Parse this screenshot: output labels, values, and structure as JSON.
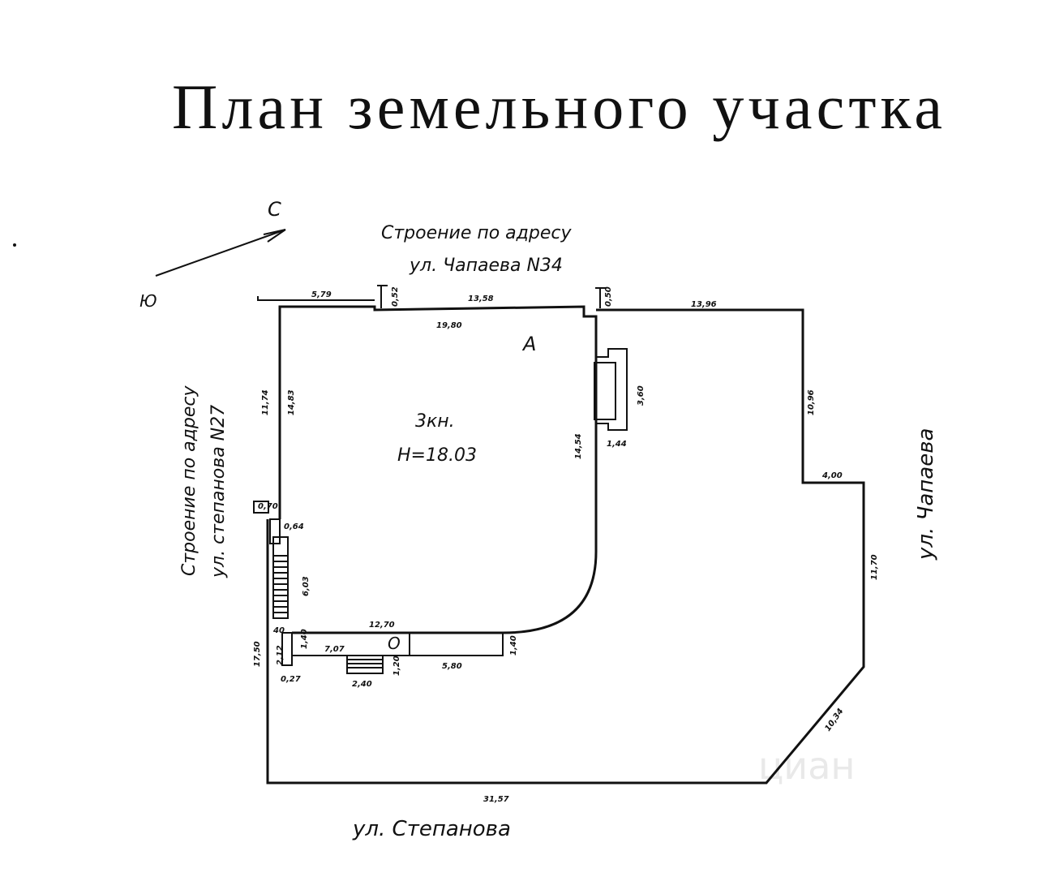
{
  "title": "План земельного участка",
  "north_arrow": {
    "label": "С",
    "south_label": "Ю"
  },
  "neighbors": {
    "top_line1": "Строение по адресу",
    "top_line2": "ул. Чапаева N34",
    "left_line1": "Строение по адресу",
    "left_line2": "ул. степанова N27"
  },
  "streets": {
    "right": "ул. Чапаева",
    "bottom": "ул. Степанова"
  },
  "building": {
    "letter": "А",
    "floors": "3кн.",
    "height": "Н=18.03",
    "extension_letter": "О"
  },
  "dimensions": {
    "d579": "5,79",
    "d052": "0,52",
    "d1358": "13,58",
    "d050": "0,50",
    "d1396": "13,96",
    "d1980": "19,80",
    "d1174": "11,74",
    "d1483": "14,83",
    "d360": "3,60",
    "d144": "1,44",
    "d1454": "14,54",
    "d1096": "10,96",
    "d400": "4,00",
    "d070": "0,70",
    "d064": "0,64",
    "d603": "6,03",
    "d1170": "11,70",
    "d1270": "12,70",
    "d40": "40",
    "d140a": "1,40",
    "d707": "7,07",
    "d212": "2,12",
    "d1750": "17,50",
    "d027": "0,27",
    "d120": "1,20",
    "d240": "2,40",
    "d580": "5,80",
    "d140b": "1,40",
    "d1034": "10,34",
    "d3157": "31,57"
  },
  "watermark": "циан"
}
